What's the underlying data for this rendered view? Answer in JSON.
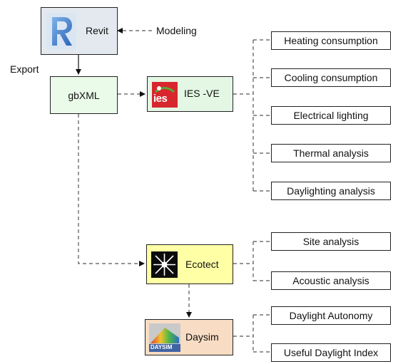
{
  "nodes": {
    "revit": {
      "label": "Revit"
    },
    "gbxml": {
      "label": "gbXML"
    },
    "iesve": {
      "label": "IES -VE",
      "logo_text": "ies"
    },
    "ecotect": {
      "label": "Ecotect"
    },
    "daysim": {
      "label": "Daysim",
      "logo_text": "DAYSIM"
    }
  },
  "annotations": {
    "modeling": "Modeling",
    "export": "Export"
  },
  "ies_outputs": [
    "Heating consumption",
    "Cooling consumption",
    "Electrical lighting",
    "Thermal analysis",
    "Daylighting  analysis"
  ],
  "ecotect_outputs": [
    "Site  analysis",
    "Acoustic analysis"
  ],
  "daysim_outputs": [
    "Daylight Autonomy",
    "Useful Daylight Index"
  ],
  "colors": {
    "revit_fill": "#e3e9ee",
    "gbxml_fill": "#eafbea",
    "iesve_fill": "#e4f7e4",
    "ecotect_fill": "#ffffa6",
    "daysim_fill": "#f8dcc4",
    "line": "#555555"
  }
}
